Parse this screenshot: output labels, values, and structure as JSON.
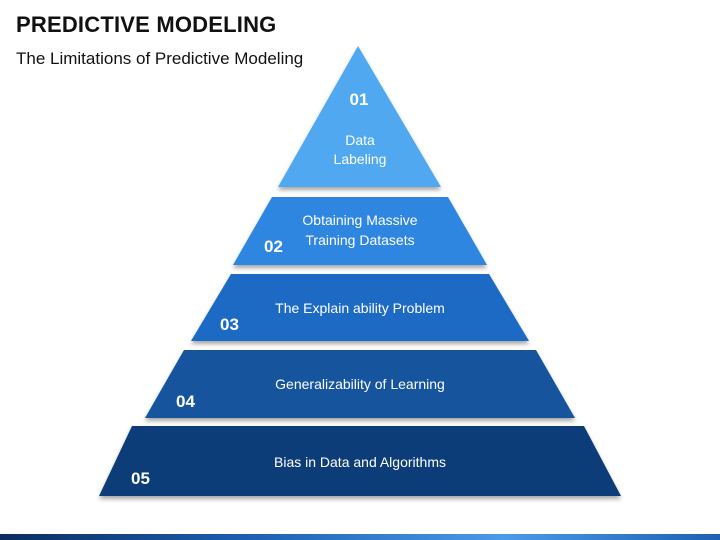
{
  "title": "PREDICTIVE MODELING",
  "subtitle": "The Limitations of Predictive Modeling",
  "tiers": [
    {
      "number": "01",
      "lines": [
        "Data",
        "Labeling"
      ],
      "color": "#4fa8f0"
    },
    {
      "number": "02",
      "lines": [
        "Obtaining Massive",
        "Training Datasets"
      ],
      "color": "#2e86e0"
    },
    {
      "number": "03",
      "lines": [
        "The Explain ability Problem"
      ],
      "color": "#1a6bc4"
    },
    {
      "number": "04",
      "lines": [
        "Generalizability of Learning"
      ],
      "color": "#14549e"
    },
    {
      "number": "05",
      "lines": [
        "Bias in Data and Algorithms"
      ],
      "color": "#0d3d78"
    }
  ]
}
